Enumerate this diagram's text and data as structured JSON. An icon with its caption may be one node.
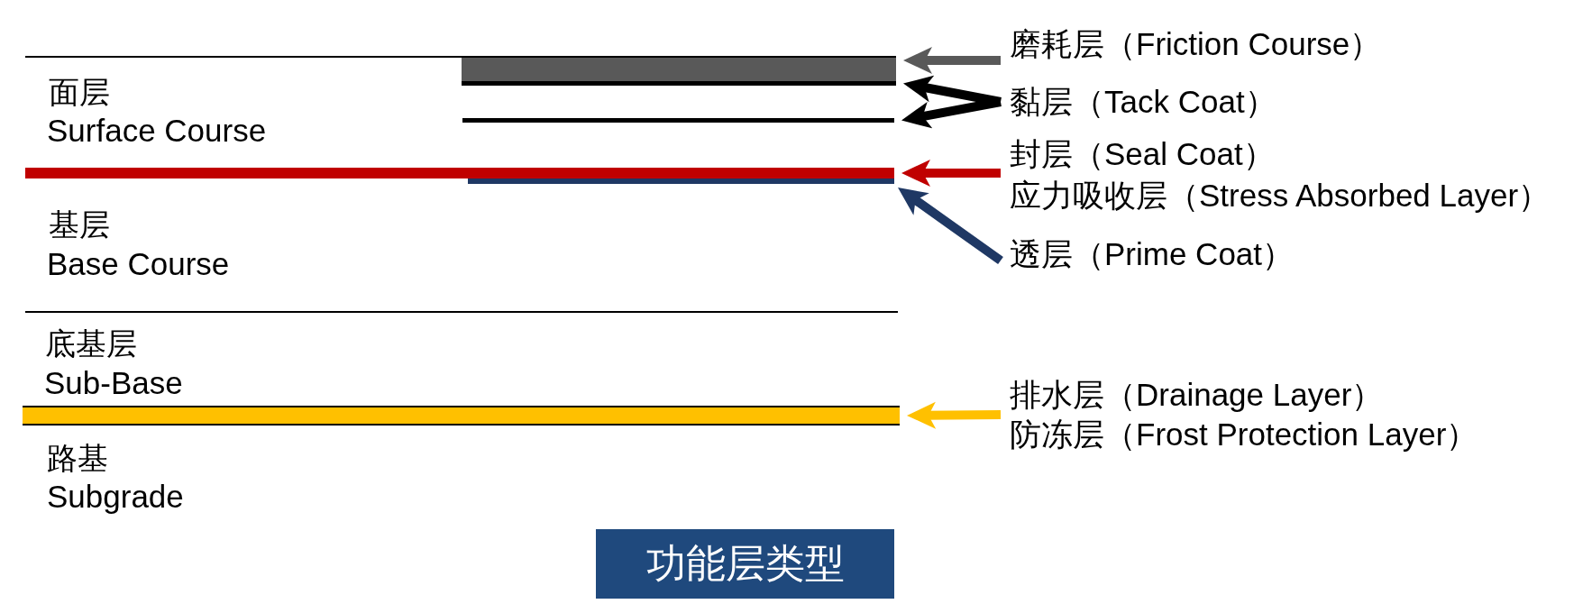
{
  "diagram": {
    "title": "功能层类型",
    "nodes": [
      {
        "text": [],
        "shape": "bar"
      },
      {
        "text": [],
        "shape": "bar"
      },
      {
        "text": [],
        "shape": "bar"
      },
      {
        "text": [],
        "shape": "bar"
      },
      {
        "text": [],
        "shape": "bar"
      },
      {
        "text": [],
        "shape": "bar"
      },
      {
        "text": [
          "磨耗层（Friction Course）"
        ]
      },
      {
        "text": [
          "黏层（Tack Coat）"
        ]
      },
      {
        "text": [
          "封层（Seal Coat）",
          "应力吸收层（Stress Absorbed Layer）"
        ]
      },
      {
        "text": [
          "透层（Prime Coat）"
        ]
      },
      {
        "text": [
          "排水层（Drainage Layer）",
          "防冻层（Frost Protection Layer）"
        ]
      }
    ],
    "edges": [
      {
        "from": 6,
        "to": 0,
        "arrow": "to",
        "color": "#595959"
      },
      {
        "from": 7,
        "to": 1,
        "arrow": "to"
      },
      {
        "from": 7,
        "to": 2,
        "arrow": "to"
      },
      {
        "from": 8,
        "to": 3,
        "arrow": "to",
        "color": "#c00000"
      },
      {
        "from": 9,
        "to": 4,
        "arrow": "to",
        "color": "#1f3864"
      },
      {
        "from": 10,
        "to": 5,
        "arrow": "to",
        "color": "#ffc000"
      }
    ],
    "labels": [
      "面层",
      "Surface Course",
      "基层",
      "Base Course",
      "底基层",
      "Sub-Base",
      "路基",
      "Subgrade"
    ]
  }
}
